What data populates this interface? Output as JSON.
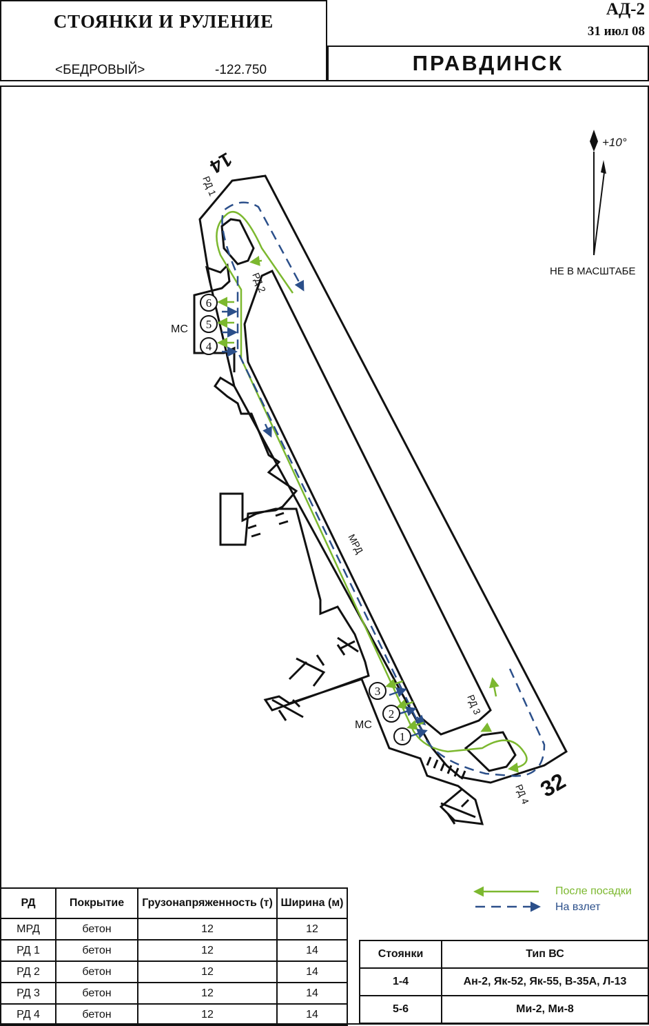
{
  "header": {
    "title": "СТОЯНКИ И РУЛЕНИЕ",
    "callsign": "<БЕДРОВЫЙ>",
    "frequency": "-122.750",
    "chart_code": "АД-2",
    "date": "31 июл 08",
    "city": "ПРАВДИНСК"
  },
  "map": {
    "runway_label_north": "14",
    "runway_label_south": "32",
    "north_declination": "+10°",
    "scale_note": "НЕ В МАСШТАБЕ",
    "taxiway_labels": {
      "rd1": "РД 1",
      "rd2": "РД 2",
      "rd3": "РД 3",
      "rd4": "РД 4",
      "mrd": "МРД"
    },
    "apron_label": "МС",
    "stands": [
      "1",
      "2",
      "3",
      "4",
      "5",
      "6"
    ],
    "colors": {
      "after_landing": "#7cb82f",
      "takeoff": "#2b4f8a",
      "outline": "#111111"
    }
  },
  "legend": {
    "after_landing": "После посадки",
    "takeoff": "На взлет"
  },
  "taxiway_table": {
    "headers": [
      "РД",
      "Покрытие",
      "Грузонапряженность (т)",
      "Ширина (м)"
    ],
    "rows": [
      [
        "МРД",
        "бетон",
        "12",
        "12"
      ],
      [
        "РД 1",
        "бетон",
        "12",
        "14"
      ],
      [
        "РД 2",
        "бетон",
        "12",
        "14"
      ],
      [
        "РД 3",
        "бетон",
        "12",
        "14"
      ],
      [
        "РД 4",
        "бетон",
        "12",
        "14"
      ]
    ]
  },
  "stand_table": {
    "headers": [
      "Стоянки",
      "Тип ВС"
    ],
    "rows": [
      [
        "1-4",
        "Ан-2, Як-52, Як-55, В-35А, Л-13"
      ],
      [
        "5-6",
        "Ми-2, Ми-8"
      ]
    ]
  }
}
